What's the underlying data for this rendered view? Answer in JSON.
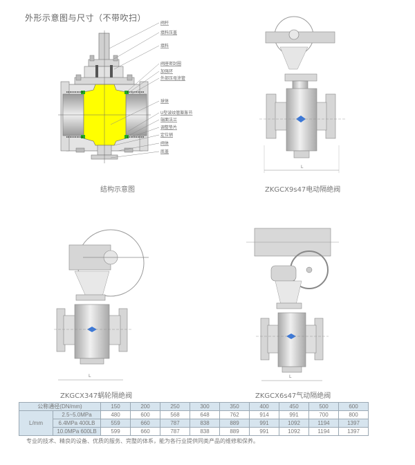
{
  "page": {
    "title": "外形示意图与尺寸（不带吹扫）"
  },
  "figures": [
    {
      "id": "structure",
      "caption": "结构示意图",
      "callouts": [
        "阀杆",
        "填料压盖",
        "填料",
        "阀座密封圈",
        "加强环",
        "外部压母涂管",
        "球体",
        "U型波纹管膨胀节",
        "端面法兰",
        "调整垫片",
        "定位销",
        "阀体",
        "底盖"
      ]
    },
    {
      "id": "electric",
      "caption": "ZKGCX9s47电动隔绝阀",
      "dimension_label": "L"
    },
    {
      "id": "worm-gear",
      "caption": "ZKGCX347蜗轮隔绝阀",
      "dimension_label": "L"
    },
    {
      "id": "pneumatic",
      "caption": "ZKGCX6s47气动隔绝阀",
      "dimension_label": "L"
    }
  ],
  "table": {
    "header_label": "公称通径(DN/mm)",
    "row_group_label": "L/mm",
    "dn_values": [
      "150",
      "200",
      "250",
      "300",
      "350",
      "400",
      "450",
      "500",
      "600"
    ],
    "rows": [
      {
        "pressure": "2.5~5.0MPa",
        "values": [
          "480",
          "600",
          "568",
          "648",
          "762",
          "914",
          "991",
          "700",
          "800"
        ]
      },
      {
        "pressure": "6.4MPa  400LB",
        "values": [
          "559",
          "660",
          "787",
          "838",
          "889",
          "991",
          "1092",
          "1194",
          "1397"
        ]
      },
      {
        "pressure": "10.0MPa  600LB",
        "values": [
          "599",
          "660",
          "787",
          "838",
          "889",
          "991",
          "1092",
          "1194",
          "1397"
        ]
      }
    ]
  },
  "footer": "专业的技术、精良的设备、优质的服务、完整的体系，能为各行业提供同类产品的维修和保养。",
  "colors": {
    "ball_yellow": "#ffff00",
    "seal_green": "#22aa22",
    "metal_gray": "#c8c8c8",
    "table_highlight": "#d6e4ee",
    "diamond_blue": "#3b78d8"
  }
}
